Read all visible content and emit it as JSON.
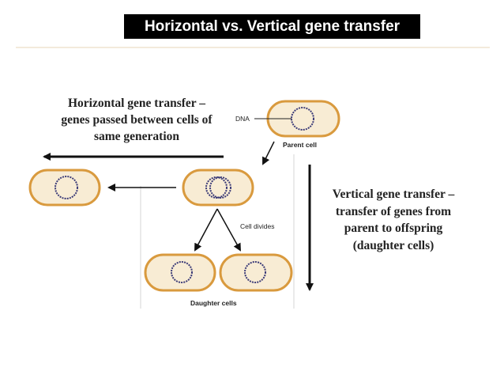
{
  "header": {
    "title": "Horizontal vs. Vertical gene transfer"
  },
  "diagram": {
    "horizontal_text": [
      "Horizontal gene transfer –",
      "genes passed between cells of",
      "same generation"
    ],
    "vertical_text": [
      "Vertical gene transfer –",
      "transfer of genes from",
      "parent to offspring",
      "(daughter cells)"
    ],
    "labels": {
      "dna": "DNA",
      "parent_cell": "Parent cell",
      "cell_divides": "Cell divides",
      "daughter_cells": "Daughter cells"
    },
    "colors": {
      "cell_fill": "#f8ecd4",
      "cell_border": "#d99a3e",
      "dna_ring": "#3c3c78",
      "arrow": "#111111"
    }
  }
}
